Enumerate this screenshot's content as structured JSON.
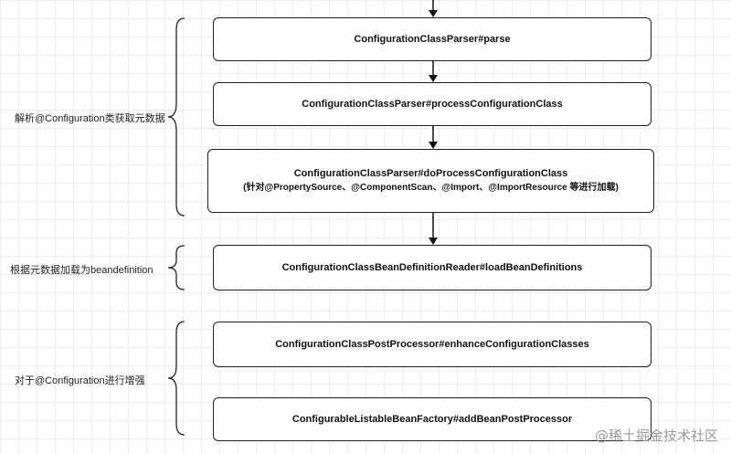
{
  "nodes": [
    {
      "id": "parse",
      "lines": [
        "ConfigurationClassParser#parse"
      ]
    },
    {
      "id": "processConfigurationClass",
      "lines": [
        "ConfigurationClassParser#processConfigurationClass"
      ]
    },
    {
      "id": "doProcessConfigurationClass",
      "lines": [
        "ConfigurationClassParser#doProcessConfigurationClass",
        "(针对@PropertySource、@ComponentScan、@Import、@ImportResource 等进行加载)"
      ]
    },
    {
      "id": "loadBeanDefinitions",
      "lines": [
        "ConfigurationClassBeanDefinitionReader#loadBeanDefinitions"
      ]
    },
    {
      "id": "enhanceConfigurationClasses",
      "lines": [
        "ConfigurationClassPostProcessor#enhanceConfigurationClasses"
      ]
    },
    {
      "id": "addBeanPostProcessor",
      "lines": [
        "ConfigurableListableBeanFactory#addBeanPostProcessor"
      ]
    }
  ],
  "groups": [
    {
      "id": "parse-metadata",
      "label": "解析@Configuration类获取元数据"
    },
    {
      "id": "load-definitions",
      "label": "根据元数据加载为beandefinition"
    },
    {
      "id": "enhance",
      "label": "对于@Configuration进行增强"
    }
  ],
  "edges": [
    {
      "from": "parse",
      "to": "processConfigurationClass"
    },
    {
      "from": "processConfigurationClass",
      "to": "doProcessConfigurationClass"
    },
    {
      "from": "doProcessConfigurationClass",
      "to": "loadBeanDefinitions"
    }
  ],
  "watermark": "@稀土掘金技术社区"
}
